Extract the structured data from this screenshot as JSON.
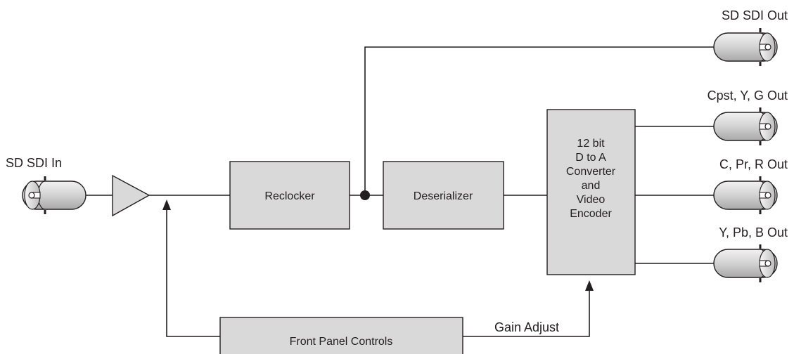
{
  "inputs": {
    "sdi_in": "SD SDI In"
  },
  "outputs": {
    "sdi_out": "SD SDI Out",
    "cpst_out": "Cpst, Y, G Out",
    "c_out": "C, Pr, R Out",
    "y_out": "Y, Pb, B Out"
  },
  "blocks": {
    "reclocker": "Reclocker",
    "deserializer": "Deserializer",
    "converter": [
      "12 bit",
      "D to A",
      "Converter",
      "and",
      "Video",
      "Encoder"
    ],
    "front_panel": "Front Panel Controls"
  },
  "signals": {
    "gain_adjust": "Gain Adjust"
  },
  "colors": {
    "block_fill": "#d9d9d9",
    "line": "#231f20"
  }
}
